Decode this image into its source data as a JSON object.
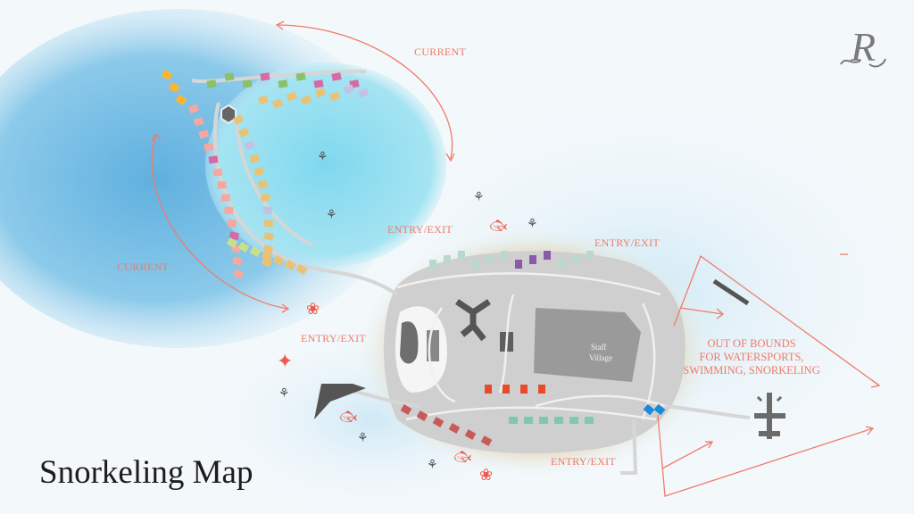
{
  "title": "Snorkeling Map",
  "logo": {
    "monogram": "R",
    "icon": "monogram-logo"
  },
  "labels": {
    "current_top": "CURRENT",
    "current_left": "CURRENT",
    "entry_exit_north": "ENTRY/EXIT",
    "entry_exit_northeast": "ENTRY/EXIT",
    "entry_exit_west": "ENTRY/EXIT",
    "entry_exit_south": "ENTRY/EXIT",
    "out_of_bounds": [
      "OUT OF BOUNDS",
      "FOR WATERSPORTS,",
      "SWIMMING, SNORKELING"
    ],
    "staff_village": [
      "Staff",
      "Village"
    ]
  },
  "colors": {
    "accent_red": "#f07a6a",
    "deep_water": "#6fb8e0",
    "lagoon": "#8fdcee",
    "island": "#c9c9c9",
    "sand": "#e8d9bf"
  }
}
